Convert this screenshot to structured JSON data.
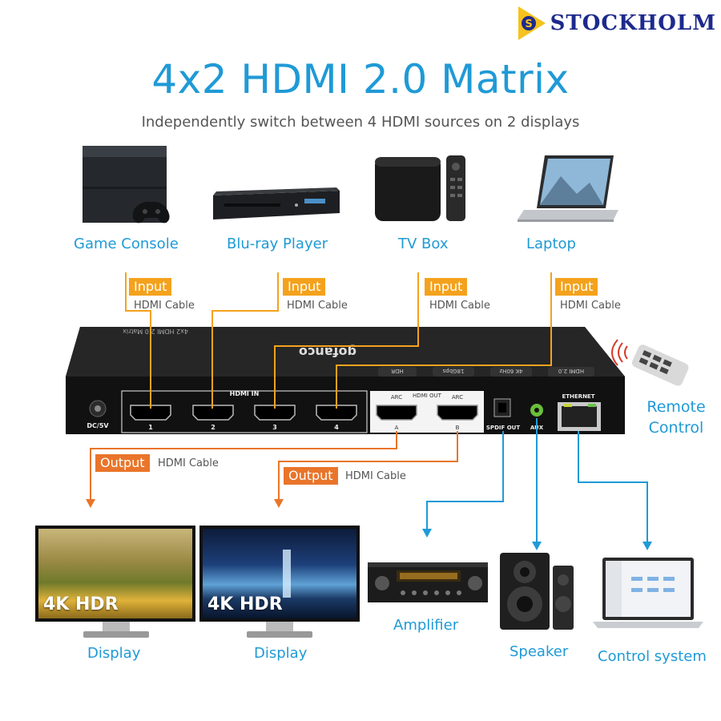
{
  "brand": {
    "logo_text": "STOCKHOLM",
    "logo_letter": "S"
  },
  "header": {
    "title": "4x2 HDMI 2.0 Matrix",
    "subtitle": "Independently switch between 4 HDMI sources on 2 displays"
  },
  "sources": [
    {
      "label": "Game Console",
      "tag": "Input",
      "cable": "HDMI Cable"
    },
    {
      "label": "Blu-ray Player",
      "tag": "Input",
      "cable": "HDMI Cable"
    },
    {
      "label": "TV Box",
      "tag": "Input",
      "cable": "HDMI Cable"
    },
    {
      "label": "Laptop",
      "tag": "Input",
      "cable": "HDMI Cable"
    }
  ],
  "device": {
    "model_text": "4x2 HDMI 2.0 Matrix",
    "brand_text": "gofanco",
    "badges": [
      "HDMI 2.0",
      "4K 60Hz",
      "18Gbps",
      "HDR"
    ],
    "dc_label": "DC/5V",
    "hdmi_in_label": "HDMI IN",
    "ports_in": [
      "1",
      "2",
      "3",
      "4"
    ],
    "hdmi_out_label": "HDMI OUT",
    "arc_label": "ARC",
    "ports_out": [
      "A",
      "B"
    ],
    "spdif_label": "SPDIF OUT",
    "aux_label": "AUX",
    "ethernet_label": "ETHERNET"
  },
  "remote": {
    "line1": "Remote",
    "line2": "Control"
  },
  "outputs": [
    {
      "tag": "Output",
      "cable": "HDMI Cable",
      "screen_text": "4K HDR",
      "label": "Display"
    },
    {
      "tag": "Output",
      "cable": "HDMI Cable",
      "screen_text": "4K HDR",
      "label": "Display"
    }
  ],
  "peripherals": [
    {
      "label": "Amplifier"
    },
    {
      "label": "Speaker"
    },
    {
      "label": "Control system"
    }
  ],
  "colors": {
    "blue": "#1f9ad6",
    "orange": "#f4a21d",
    "orange_dark": "#e9752a",
    "device": "#151515"
  }
}
